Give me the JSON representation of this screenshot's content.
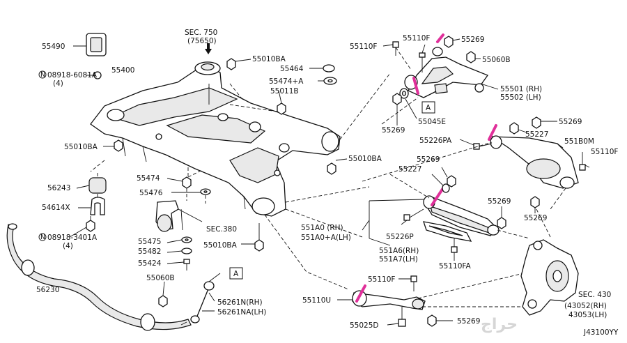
{
  "labels": {
    "sec750": "SEC. 750",
    "sec750_sub": "(75650)",
    "p55490": "55490",
    "p08918_6081a": "08918-6081A",
    "q4a": "(4)",
    "p55400": "55400",
    "p55010ba_1": "55010BA",
    "p55464": "55464",
    "p55474a": "55474+A",
    "p55011b": "55011B",
    "p55010ba_2": "55010BA",
    "p55010ba_3": "55010BA",
    "p55474": "55474",
    "p55476": "55476",
    "p56243": "56243",
    "p54614x": "54614X",
    "p08918_3401a": "08918-3401A",
    "q4b": "(4)",
    "sec380": "SEC.380",
    "p55475": "55475",
    "p55482": "55482",
    "p55424": "55424",
    "p55010ba_4": "55010BA",
    "p55060b_1": "55060B",
    "p56230": "56230",
    "p56261n": "56261N(RH)",
    "p56261na": "56261NA(LH)",
    "box_a": "A",
    "p55110f_1": "55110F",
    "p55110f_2": "55110F",
    "p55269_1": "55269",
    "p55060b_2": "55060B",
    "p55501": "55501 (RH)",
    "p55502": "55502 (LH)",
    "p55045e": "55045E",
    "p55269_2": "55269",
    "p55269_3": "55269",
    "p55226pa": "55226PA",
    "p55227_1": "55227",
    "p551b0m": "551B0M",
    "p55110f_3": "55110F",
    "p55269_4": "55269",
    "p55227_2": "55227",
    "p55269_5": "55269",
    "p55269_6": "55269",
    "p551a0": "551A0 (RH)",
    "p551a0a": "551A0+A(LH)",
    "p55226p": "55226P",
    "p551a6": "551A6(RH)",
    "p551a7": "551A7(LH)",
    "p55110fa": "55110FA",
    "p55110f_4": "55110F",
    "p55110u": "55110U",
    "p55025d": "55025D",
    "p55269_7": "55269",
    "sec430": "SEC. 430",
    "p43052": "(43052(RH)",
    "p43053": "43053(LH)",
    "ref": "J43100YY",
    "watermark": "حراج"
  },
  "colors": {
    "highlight": "#e0309a",
    "line": "#111111",
    "background": "#ffffff"
  },
  "icons": [
    "nut-icon",
    "bolt-icon",
    "washer-icon",
    "bushing-icon",
    "arrow-up-icon"
  ]
}
